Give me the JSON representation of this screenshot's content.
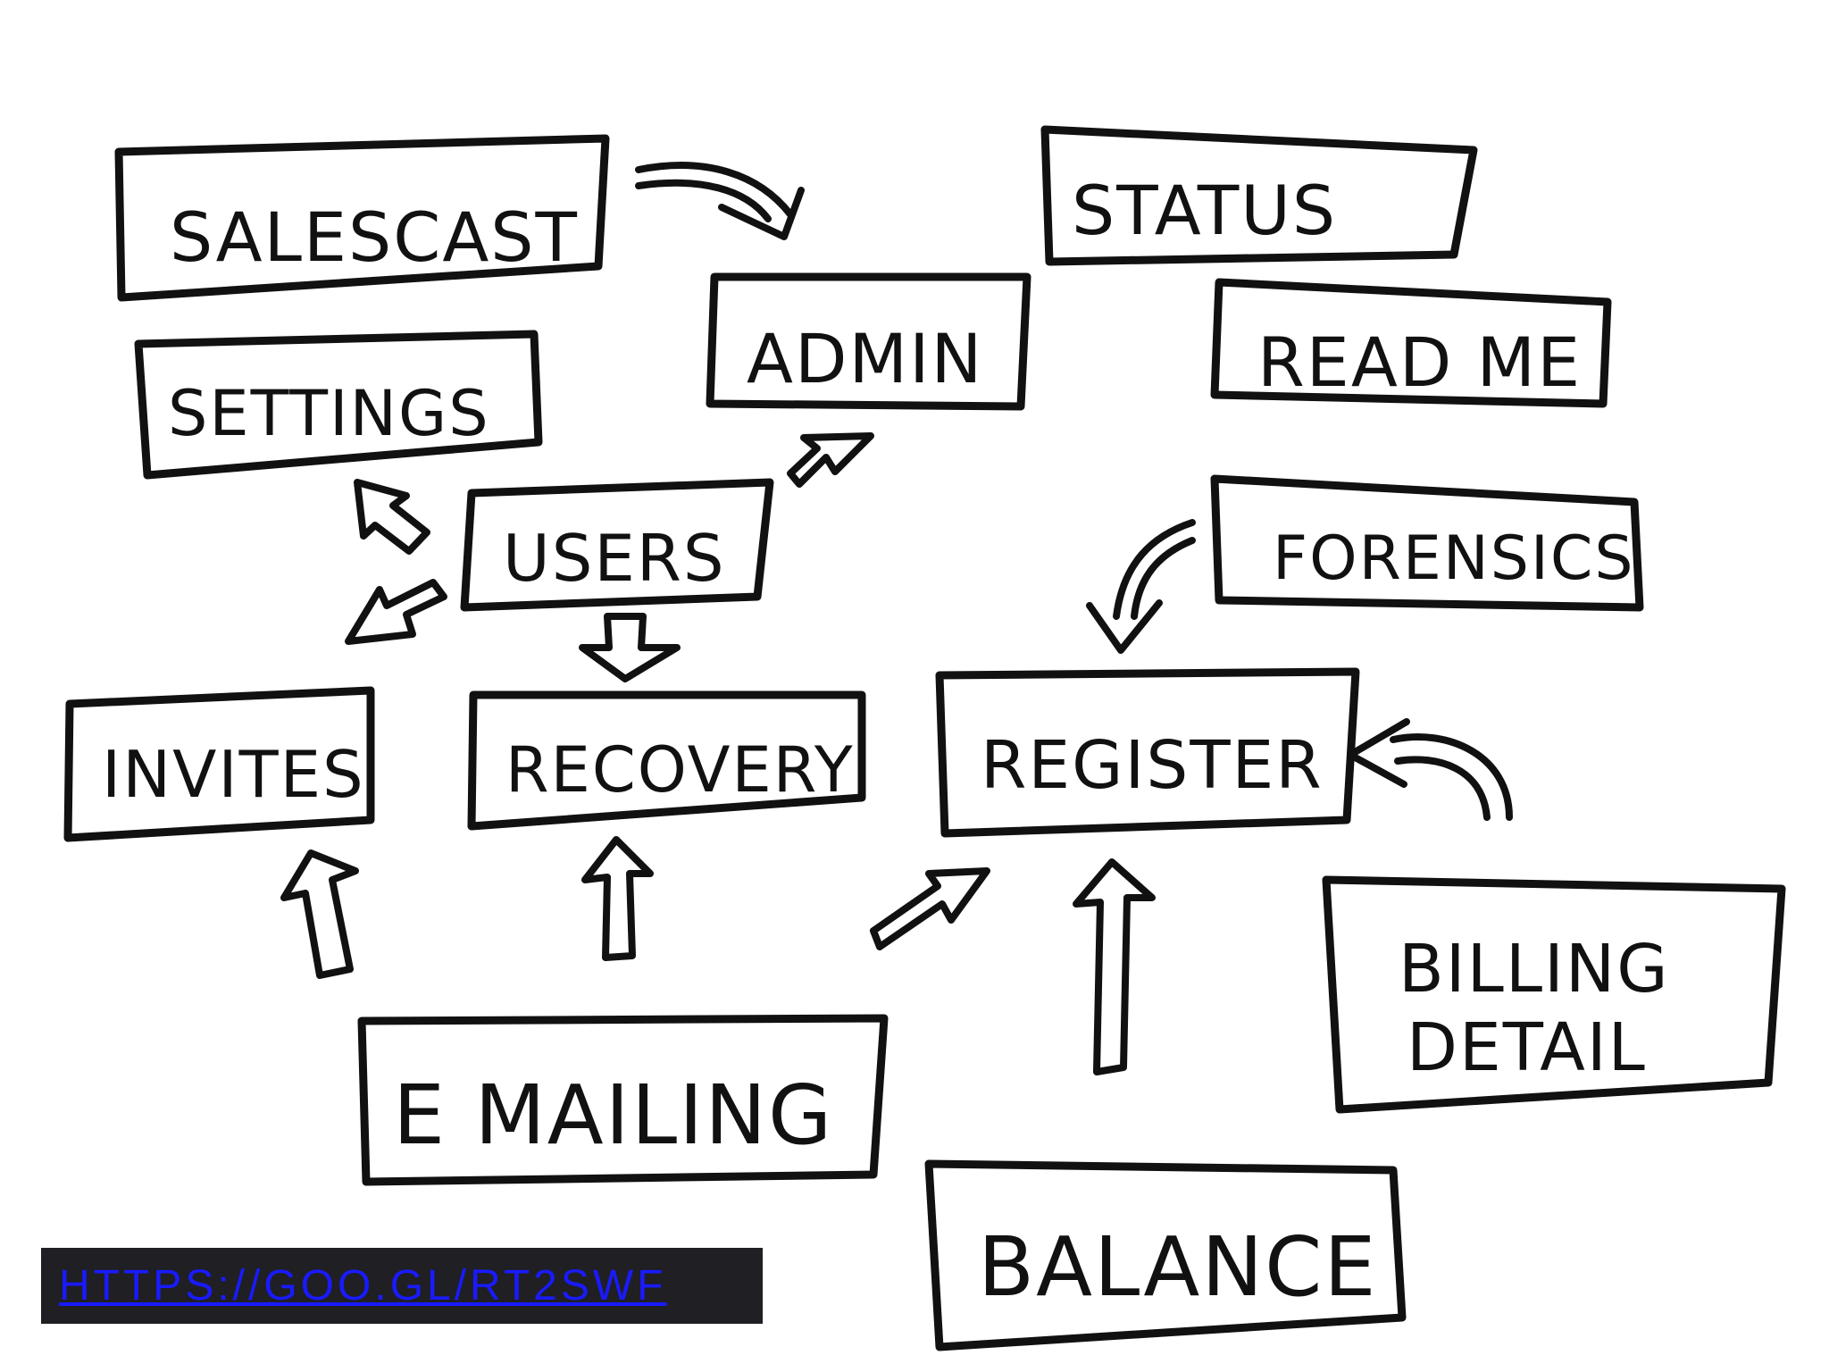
{
  "nodes": {
    "salescast": "SALESCAST",
    "status": "STATUS",
    "admin": "ADMIN",
    "readme": "READ ME",
    "settings": "SETTINGS",
    "users": "USERS",
    "forensics": "FORENSICS",
    "invites": "INVITES",
    "recovery": "RECOVERY",
    "register": "REGISTER",
    "billing_line1": "BILLING",
    "billing_line2": "DETAIL",
    "emailing": "E MAILING",
    "balance": "BALANCE"
  },
  "link": {
    "text": "HTTPS://GOO.GL/RT2SWF",
    "color": "#1a1aff",
    "background": "#1f1f24"
  },
  "colors": {
    "ink": "#111111",
    "background": "#ffffff"
  }
}
